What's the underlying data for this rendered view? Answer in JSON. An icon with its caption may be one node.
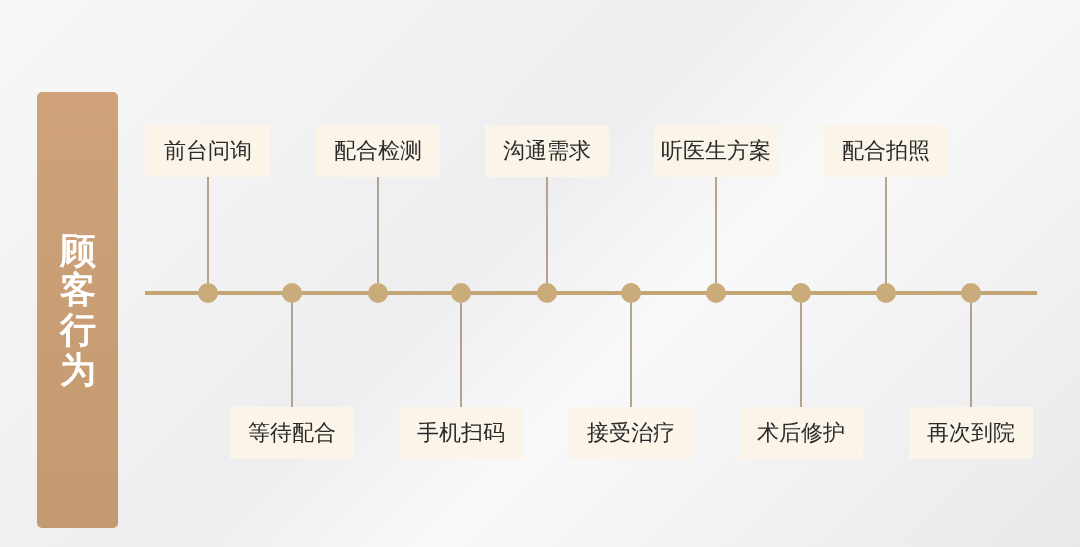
{
  "diagram": {
    "nodes": [
      {
        "text": [
          "顾客行为"
        ]
      },
      {
        "text": [
          "前台问询"
        ]
      },
      {
        "text": [
          "配合检测"
        ]
      },
      {
        "text": [
          "沟通需求"
        ]
      },
      {
        "text": [
          "听医生方案"
        ]
      },
      {
        "text": [
          "配合拍照"
        ]
      },
      {
        "text": [
          "等待配合"
        ]
      },
      {
        "text": [
          "手机扫码"
        ]
      },
      {
        "text": [
          "接受治疗"
        ]
      },
      {
        "text": [
          "术后修护"
        ]
      },
      {
        "text": [
          "再次到院"
        ]
      },
      {
        "text": [],
        "shape": "circle"
      },
      {
        "text": [],
        "shape": "circle"
      },
      {
        "text": [],
        "shape": "circle"
      },
      {
        "text": [],
        "shape": "circle"
      },
      {
        "text": [],
        "shape": "circle"
      },
      {
        "text": [],
        "shape": "circle"
      },
      {
        "text": [],
        "shape": "circle"
      },
      {
        "text": [],
        "shape": "circle"
      },
      {
        "text": [],
        "shape": "circle"
      },
      {
        "text": [],
        "shape": "circle"
      }
    ],
    "edges": [
      {
        "from": 1,
        "to": 11,
        "arrow": "none"
      },
      {
        "from": 2,
        "to": 13,
        "arrow": "none"
      },
      {
        "from": 3,
        "to": 15,
        "arrow": "none"
      },
      {
        "from": 4,
        "to": 17,
        "arrow": "none"
      },
      {
        "from": 5,
        "to": 19,
        "arrow": "none"
      },
      {
        "from": 6,
        "to": 12,
        "arrow": "none"
      },
      {
        "from": 7,
        "to": 14,
        "arrow": "none"
      },
      {
        "from": 8,
        "to": 16,
        "arrow": "none"
      },
      {
        "from": 9,
        "to": 18,
        "arrow": "none"
      },
      {
        "from": 10,
        "to": 20,
        "arrow": "none"
      }
    ]
  }
}
